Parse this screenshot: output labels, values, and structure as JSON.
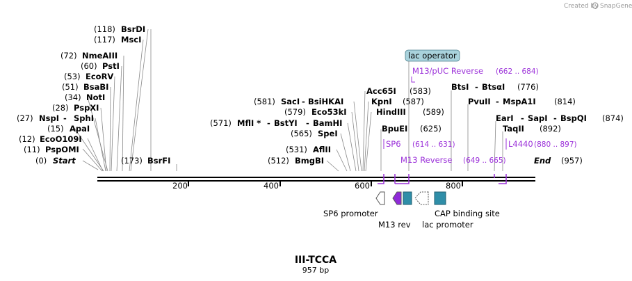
{
  "credit": {
    "text": "Created by",
    "brand": "SnapGene"
  },
  "title": {
    "name": "III-TCCA",
    "length": "957 bp"
  },
  "ruler": {
    "ticks": [
      "200",
      "400",
      "600",
      "800"
    ]
  },
  "sites": [
    {
      "pos": "(0)",
      "name": "Start",
      "italic": true
    },
    {
      "pos": "(11)",
      "name": "PspOMI"
    },
    {
      "pos": "(12)",
      "name": "EcoO109I"
    },
    {
      "pos": "(15)",
      "name": "ApaI"
    },
    {
      "pos": "(27)",
      "name": "NspI",
      "alt": "SphI"
    },
    {
      "pos": "(28)",
      "name": "PspXI"
    },
    {
      "pos": "(34)",
      "name": "NotI"
    },
    {
      "pos": "(51)",
      "name": "BsaBI"
    },
    {
      "pos": "(53)",
      "name": "EcoRV"
    },
    {
      "pos": "(60)",
      "name": "PstI"
    },
    {
      "pos": "(72)",
      "name": "NmeAIII"
    },
    {
      "pos": "(117)",
      "name": "MscI"
    },
    {
      "pos": "(118)",
      "name": "BsrDI"
    },
    {
      "pos": "(173)",
      "name": "BsrFI"
    },
    {
      "pos": "(512)",
      "name": "BmgBI"
    },
    {
      "pos": "(531)",
      "name": "AflII"
    },
    {
      "pos": "(565)",
      "name": "SpeI"
    },
    {
      "pos": "(571)",
      "name": "MflI *",
      "alt": "BstYI",
      "alt2": "BamHI"
    },
    {
      "pos": "(579)",
      "name": "Eco53kI"
    },
    {
      "pos": "(581)",
      "name": "SacI",
      "alt": "BsiHKAI"
    },
    {
      "pos": "(583)",
      "name": "Acc65I"
    },
    {
      "pos": "(587)",
      "name": "KpnI"
    },
    {
      "pos": "(589)",
      "name": "HindIII"
    },
    {
      "pos": "(625)",
      "name": "BpuEI"
    },
    {
      "pos": "(776)",
      "name": "BtsI",
      "alt": "BtsαI"
    },
    {
      "pos": "(814)",
      "name": "PvuII",
      "alt": "MspA1I"
    },
    {
      "pos": "(874)",
      "name": "EarI",
      "alt": "SapI",
      "alt2": "BspQI"
    },
    {
      "pos": "(892)",
      "name": "TaqII"
    },
    {
      "pos": "(957)",
      "name": "End",
      "italic": true
    }
  ],
  "primers": [
    {
      "name": "M13/pUC Reverse",
      "range": "(662 .. 684)"
    },
    {
      "name": "SP6",
      "range": "(614 .. 631)"
    },
    {
      "name": "M13 Reverse",
      "range": "(649 .. 665)"
    },
    {
      "name": "L4440",
      "range": "(880 .. 897)"
    }
  ],
  "features": [
    {
      "name": "lac operator"
    },
    {
      "name": "SP6 promoter"
    },
    {
      "name": "M13 rev"
    },
    {
      "name": "lac promoter"
    },
    {
      "name": "CAP binding site"
    }
  ],
  "colors": {
    "primer": "#9b30d9",
    "operator_fill": "#a9d2dc",
    "teal": "#2f8ea8",
    "rev_purple": "#8f2ad8"
  }
}
